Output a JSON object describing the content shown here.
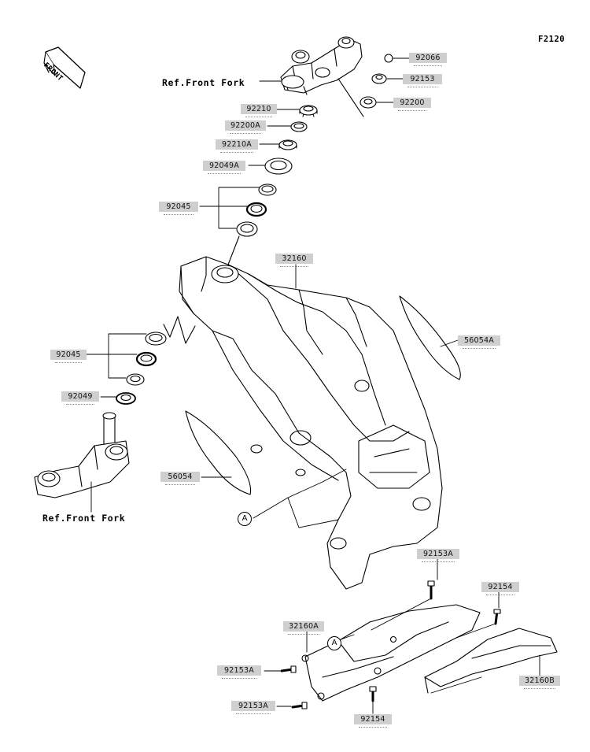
{
  "figure_code": "F2120",
  "front_indicator": "FRONT",
  "ref_labels": {
    "top_fork": "Ref.Front Fork",
    "bottom_fork": "Ref.Front Fork"
  },
  "callout_marker": "A",
  "part_numbers": {
    "p92066": "92066",
    "p92153": "92153",
    "p92200": "92200",
    "p92210": "92210",
    "p92200A": "92200A",
    "p92210A": "92210A",
    "p92049A": "92049A",
    "p92045_top": "92045",
    "p32160": "32160",
    "p56054A": "56054A",
    "p92045_mid": "92045",
    "p92049": "92049",
    "p56054": "56054",
    "p92153A_top": "92153A",
    "p92154_top": "92154",
    "p32160A": "32160A",
    "p92153A_left": "92153A",
    "p92153A_low": "92153A",
    "p92154_low": "92154",
    "p32160B": "32160B"
  }
}
